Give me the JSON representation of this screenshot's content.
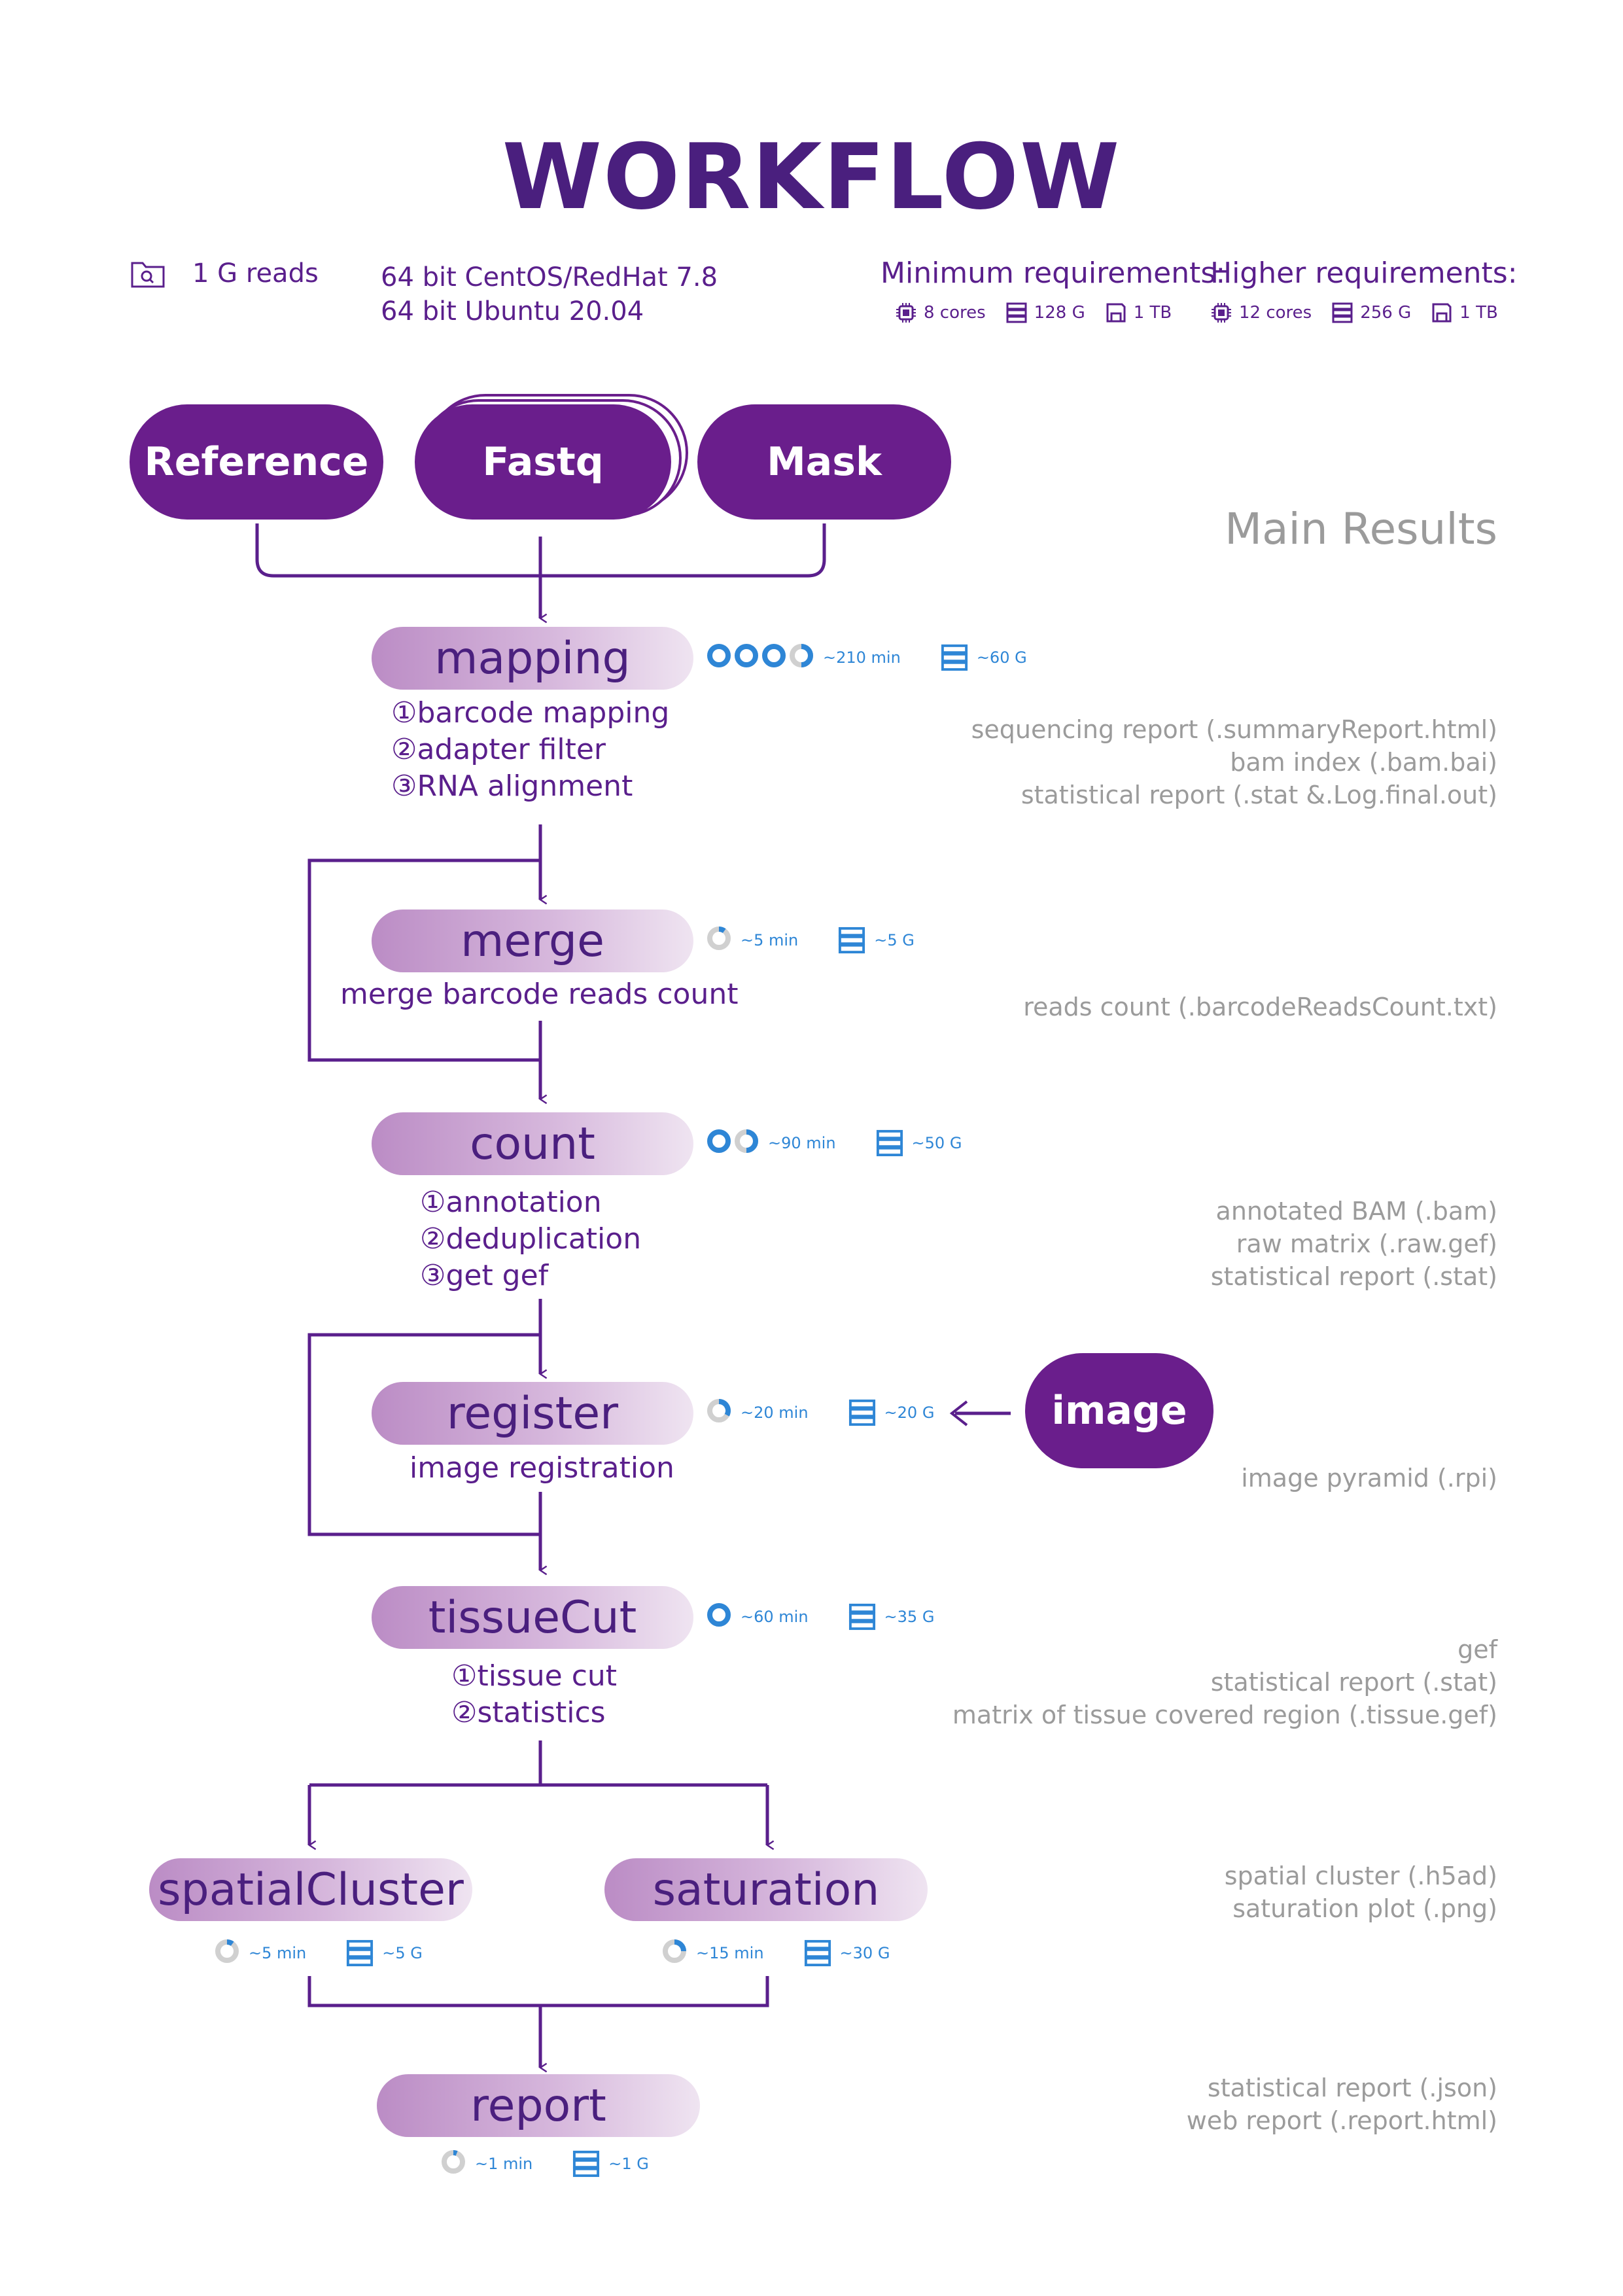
{
  "title": "WORKFLOW",
  "info": {
    "reads": "1 G reads",
    "os_line1": "64 bit CentOS/RedHat 7.8",
    "os_line2": "64 bit Ubuntu 20.04"
  },
  "requirements": {
    "minimum": {
      "heading": "Minimum requirements:",
      "cores": "8 cores",
      "memory": "128 G",
      "disk": "1 TB"
    },
    "higher": {
      "heading": "Higher requirements:",
      "cores": "12 cores",
      "memory": "256 G",
      "disk": "1 TB"
    }
  },
  "inputs": {
    "reference": "Reference",
    "fastq": "Fastq",
    "mask": "Mask",
    "image": "image"
  },
  "main_results_heading": "Main Results",
  "steps": {
    "mapping": {
      "label": "mapping",
      "sub": [
        "①barcode mapping",
        "②adapter filter",
        "③RNA alignment"
      ],
      "time": "~210 min",
      "mem": "~60 G",
      "time_circles": 3.5,
      "results": [
        "sequencing report (.summaryReport.html)",
        "bam index (.bam.bai)",
        "statistical report (.stat &.Log.final.out)"
      ]
    },
    "merge": {
      "label": "merge",
      "sub": [
        "merge barcode reads count"
      ],
      "time": "~5 min",
      "mem": "~5 G",
      "time_circles": 0.1,
      "results": [
        "reads count (.barcodeReadsCount.txt)"
      ]
    },
    "count": {
      "label": "count",
      "sub": [
        "①annotation",
        "②deduplication",
        "③get gef"
      ],
      "time": "~90 min",
      "mem": "~50 G",
      "time_circles": 1.5,
      "results": [
        "annotated BAM (.bam)",
        "raw matrix (.raw.gef)",
        "statistical report (.stat)"
      ]
    },
    "register": {
      "label": "register",
      "sub": [
        "image registration"
      ],
      "time": "~20 min",
      "mem": "~20 G",
      "time_circles": 0.33,
      "results": [
        "image pyramid (.rpi)"
      ]
    },
    "tissuecut": {
      "label": "tissueCut",
      "sub": [
        "①tissue cut",
        "②statistics"
      ],
      "time": "~60 min",
      "mem": "~35 G",
      "time_circles": 1,
      "results": [
        "gef",
        "statistical report (.stat)",
        "matrix of tissue covered region (.tissue.gef)"
      ]
    },
    "spatialcluster": {
      "label": "spatialCluster",
      "time": "~5 min",
      "mem": "~5 G",
      "time_circles": 0.1
    },
    "saturation": {
      "label": "saturation",
      "time": "~15 min",
      "mem": "~30 G",
      "time_circles": 0.25,
      "results": [
        "spatial cluster (.h5ad)",
        "saturation plot (.png)"
      ]
    },
    "report": {
      "label": "report",
      "time": "~1 min",
      "mem": "~1 G",
      "time_circles": 0.02,
      "results": [
        "statistical report  (.json)",
        "web report  (.report.html)"
      ]
    }
  },
  "colors": {
    "primary": "#6a1e8c",
    "title": "#4a1f7e",
    "line": "#5a1f8c",
    "accent_blue": "#2e86d6",
    "result_gray": "#9b9b9b"
  },
  "icons": [
    "folder-search-icon",
    "cpu-icon",
    "server-icon",
    "disk-icon",
    "clock-circle-icon"
  ]
}
